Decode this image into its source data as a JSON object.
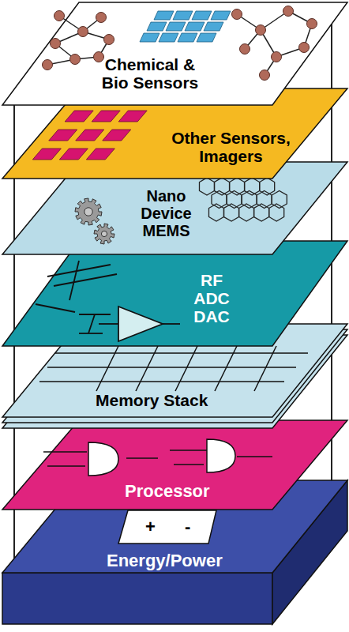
{
  "diagram": {
    "nodes": [
      {
        "text": [
          "Chemical & Bio Sensors"
        ]
      },
      {
        "text": [
          "Other Sensors, Imagers"
        ]
      },
      {
        "text": [
          "Nano Device MEMS"
        ]
      },
      {
        "text": [
          "RF ADC DAC"
        ]
      },
      {
        "text": [
          "Memory Stack"
        ]
      },
      {
        "text": [
          "Processor"
        ]
      },
      {
        "text": [
          "Energy/Power"
        ]
      }
    ],
    "labels": [
      "+",
      "-"
    ]
  }
}
